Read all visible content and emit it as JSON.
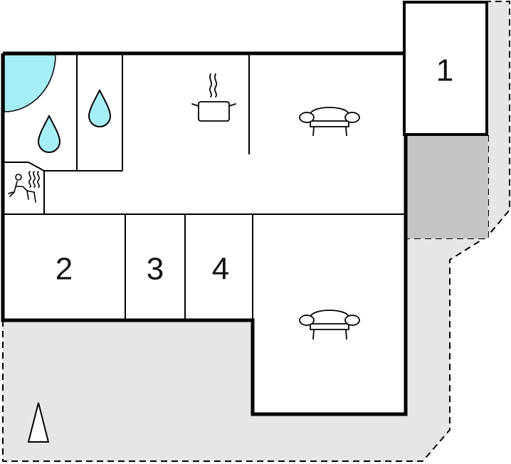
{
  "floorplan": {
    "rooms": [
      {
        "id": "bedroom-1",
        "number": "1"
      },
      {
        "id": "bedroom-2",
        "number": "2"
      },
      {
        "id": "bedroom-3",
        "number": "3"
      },
      {
        "id": "bedroom-4",
        "number": "4"
      }
    ],
    "icons": [
      {
        "name": "pool-quarter-circle",
        "color": "#a6eef5"
      },
      {
        "name": "water-drop-icon",
        "color": "#a6eef5"
      },
      {
        "name": "sauna-icon"
      },
      {
        "name": "kitchen-pot-icon"
      },
      {
        "name": "sofa-icon"
      },
      {
        "name": "north-arrow-icon"
      }
    ],
    "colors": {
      "terrace": "#e6e6e6",
      "covered_area": "#c4c4c4",
      "walls": "#000000",
      "water": "#a6eef5"
    }
  }
}
